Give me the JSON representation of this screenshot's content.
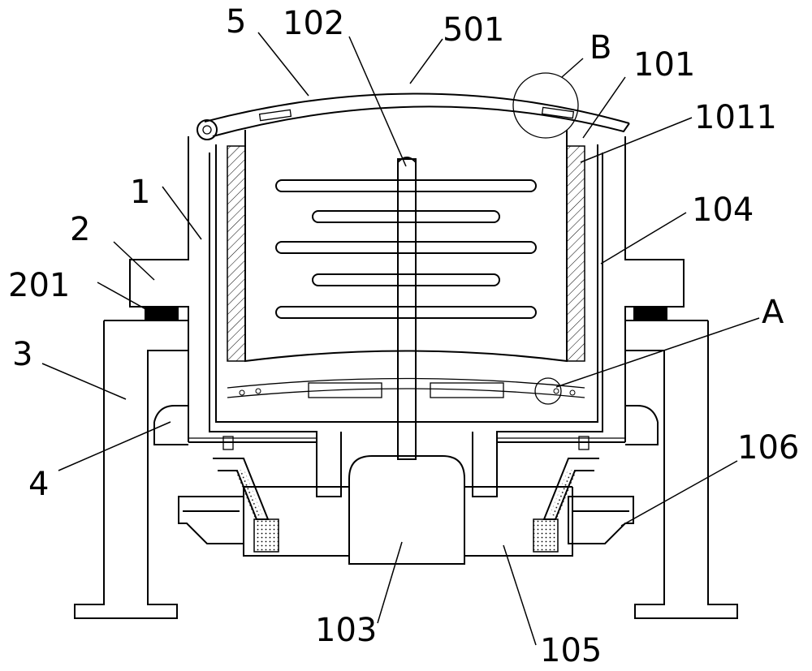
{
  "labels": {
    "l5": "5",
    "l102": "102",
    "l501": "501",
    "lB": "B",
    "l101": "101",
    "l1011": "1011",
    "l1": "1",
    "l2": "2",
    "l201": "201",
    "l3": "3",
    "l104": "104",
    "lA": "A",
    "l4": "4",
    "l106": "106",
    "l103": "103",
    "l105": "105"
  }
}
